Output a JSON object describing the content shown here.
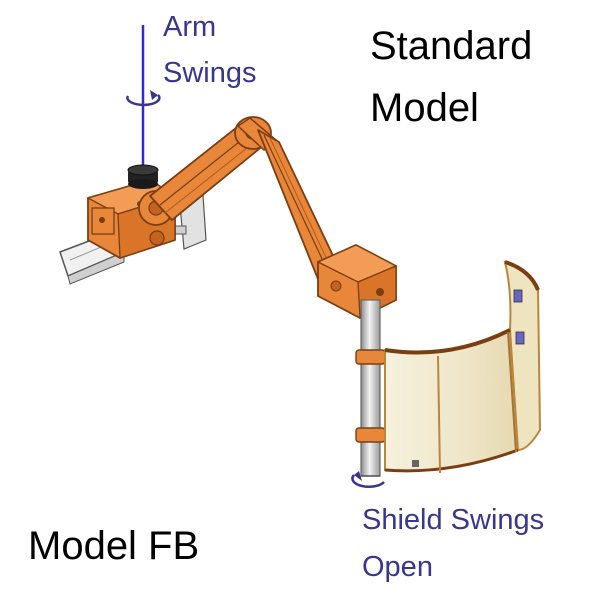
{
  "labels": {
    "title_line1": "Standard",
    "title_line2": "Model",
    "model_name": "Model FB",
    "arm_line1": "Arm",
    "arm_line2": "Swings",
    "shield_line1": "Shield Swings",
    "shield_line2": "Open"
  },
  "icons": {
    "arm_rotation": "rotation-arrow-icon",
    "shield_rotation": "rotation-arrow-icon"
  },
  "colors": {
    "body_orange": "#e8873a",
    "body_dark": "#7a3e12",
    "annotation_blue": "#3a3690",
    "shield_tint": "#f3ecd2"
  }
}
